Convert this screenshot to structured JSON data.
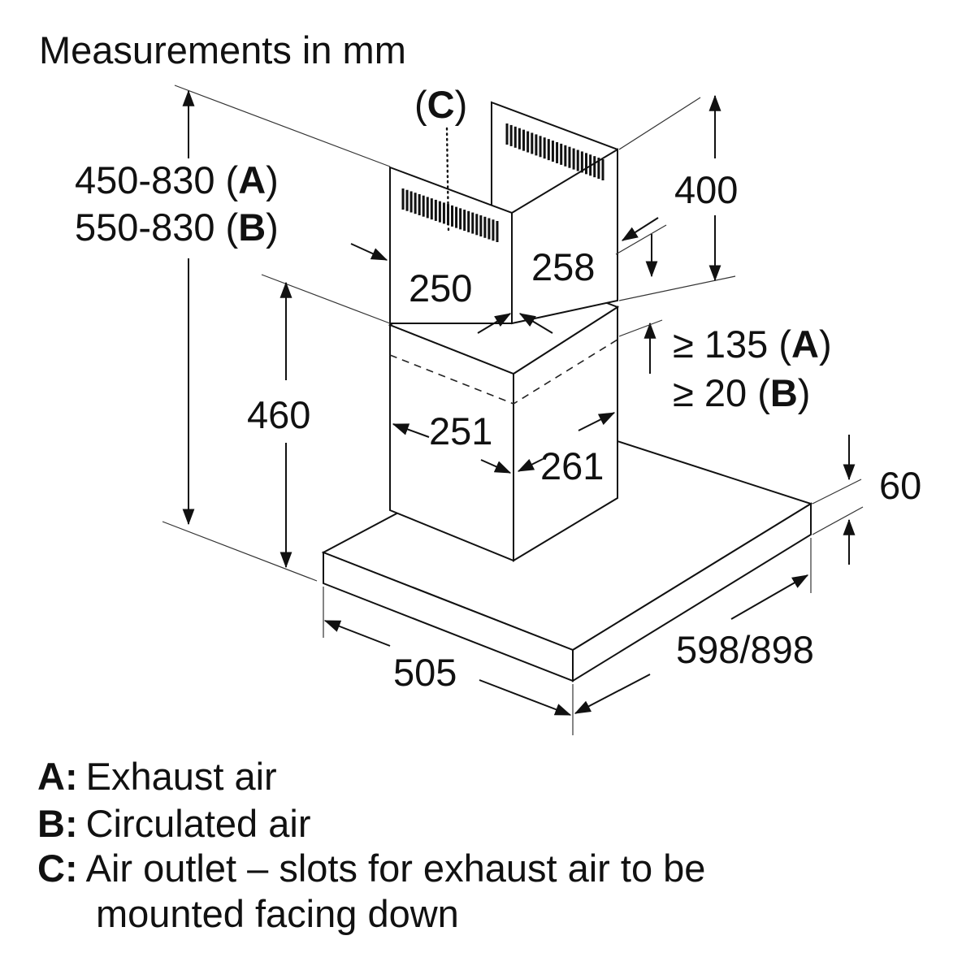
{
  "title": "Measurements in mm",
  "labels": {
    "c_callout_open": "(",
    "c_callout_letter": "C",
    "c_callout_close": ")",
    "height_a_value": "450-830 (",
    "height_a_letter": "A",
    "height_a_close": ")",
    "height_b_value": "550-830 (",
    "height_b_letter": "B",
    "height_b_close": ")",
    "chimney_height": "400",
    "upper_width": "250",
    "upper_depth": "258",
    "lower_height": "460",
    "gap_a_value": "≥ 135 (",
    "gap_a_letter": "A",
    "gap_a_close": ")",
    "gap_b_value": "≥ 20 (",
    "gap_b_letter": "B",
    "gap_b_close": ")",
    "lower_width": "251",
    "lower_depth": "261",
    "canopy_height": "60",
    "canopy_depth": "505",
    "canopy_width": "598/898"
  },
  "legend": [
    {
      "key": "A:",
      "text": "Exhaust air"
    },
    {
      "key": "B:",
      "text": "Circulated air"
    },
    {
      "key": "C:",
      "text": "Air outlet – slots for exhaust air to be"
    },
    {
      "key": "",
      "text": "mounted facing down"
    }
  ]
}
